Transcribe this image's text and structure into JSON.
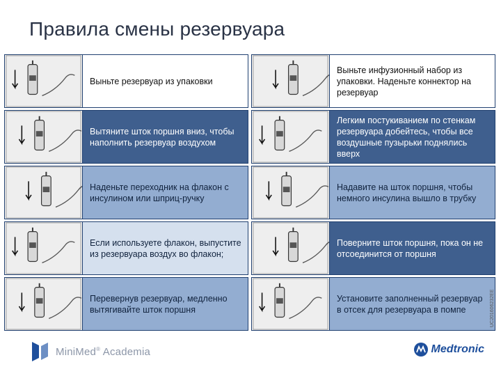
{
  "title": "Правила смены резервуара",
  "steps": [
    {
      "text": "Выньте резервуар из упаковки",
      "style": "white"
    },
    {
      "text": "Вытяните шток поршня вниз, чтобы наполнить резервуар воздухом",
      "style": "dark"
    },
    {
      "text": "Наденьте переходник на флакон с инсулином или шприц-ручку",
      "style": "mid"
    },
    {
      "text": "Если используете флакон, выпустите из резервуара воздух во флакон;",
      "style": "light"
    },
    {
      "text": "Перевернув резервуар, медленно вытягивайте шток поршня",
      "style": "mid"
    },
    {
      "text": "Выньте инфузионный набор из упаковки. Наденьте коннектор на резервуар",
      "style": "white"
    },
    {
      "text": "Легким постукиванием по стенкам резервуара добейтесь, чтобы все воздушные пузырьки поднялись вверх",
      "style": "dark"
    },
    {
      "text": "Надавите на шток поршня, чтобы немного инсулина вышло в трубку",
      "style": "mid"
    },
    {
      "text": "Поверните шток поршня, пока он не отсоединится от поршня",
      "style": "dark"
    },
    {
      "text": "Установите заполненный резервуар в отсек для резервуара в помпе",
      "style": "mid"
    }
  ],
  "footer": {
    "left_brand": "MiniMed",
    "left_brand_mark": "®",
    "left_brand_suffix": "Academia",
    "right_brand": "Medtronic",
    "doc_code": "UC201606232EE"
  },
  "icons": {
    "left_logo": "minimed-logo-icon",
    "right_logo": "medtronic-logo-icon",
    "step_thumbnails": "reservoir-illustration-icon"
  }
}
